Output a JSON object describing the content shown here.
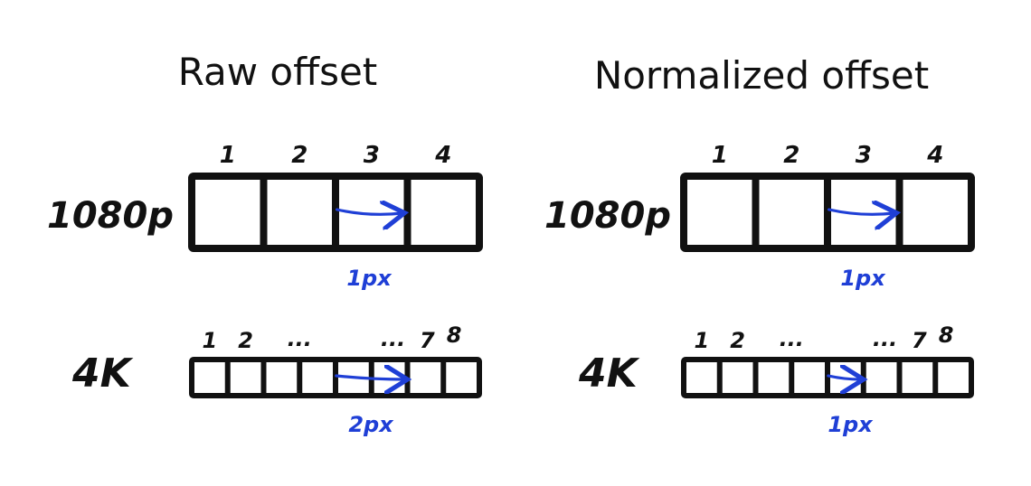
{
  "panels": [
    {
      "title": "Raw offset",
      "res_1080": {
        "label": "1080p",
        "ticks": [
          "1",
          "2",
          "3",
          "4"
        ],
        "offset_label": "1px",
        "arrow_from_cell": 3,
        "arrow_to_cell": 4
      },
      "res_4k": {
        "label": "4K",
        "ticks_start": [
          "1",
          "2"
        ],
        "dots": [
          "...",
          "..."
        ],
        "ticks_end": [
          "7",
          "8"
        ],
        "offset_label": "2px",
        "arrow_from_cell": 5,
        "arrow_to_cell": 7
      }
    },
    {
      "title": "Normalized offset",
      "res_1080": {
        "label": "1080p",
        "ticks": [
          "1",
          "2",
          "3",
          "4"
        ],
        "offset_label": "1px",
        "arrow_from_cell": 3,
        "arrow_to_cell": 4
      },
      "res_4k": {
        "label": "4K",
        "ticks_start": [
          "1",
          "2"
        ],
        "dots": [
          "...",
          "..."
        ],
        "ticks_end": [
          "7",
          "8"
        ],
        "offset_label": "1px",
        "arrow_from_cell": 5,
        "arrow_to_cell": 6
      }
    }
  ],
  "colors": {
    "ink": "#111111",
    "arrow": "#1f3fd6"
  }
}
